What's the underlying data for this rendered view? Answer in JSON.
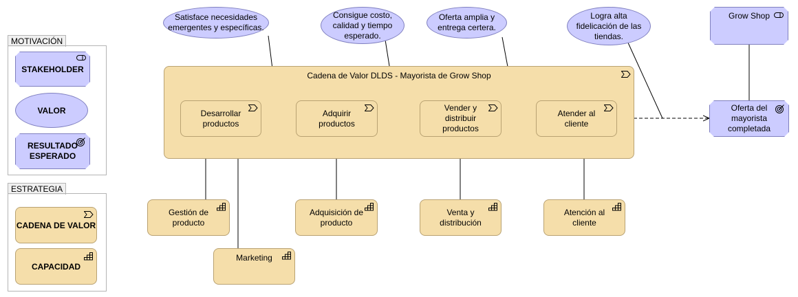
{
  "legend": {
    "motivation": {
      "title": "MOTIVACIÓN",
      "items": [
        "STAKEHOLDER",
        "VALOR",
        "RESULTADO\nESPERADO"
      ]
    },
    "strategy": {
      "title": "ESTRATEGIA",
      "items": [
        "CADENA DE VALOR",
        "CAPACIDAD"
      ]
    }
  },
  "diagram": {
    "value_chain_title": "Cadena de Valor DLDS - Mayorista de Grow Shop",
    "stages": [
      "Desarrollar\nproductos",
      "Adquirir\nproductos",
      "Vender y\ndistribuir\nproductos",
      "Atender al\ncliente"
    ],
    "values": [
      "Satisface necesidades\nemergentes y específicas.",
      "Consigue costo,\ncalidad y tiempo\nesperado.",
      "Oferta amplia y\nentrega certera.",
      "Logra alta\nfidelicación de las\ntiendas."
    ],
    "capabilities": [
      "Gestión de\nproducto",
      "Adquisición de\nproducto",
      "Venta y\ndistribución",
      "Atención al\ncliente",
      "Marketing"
    ],
    "stakeholder": "Grow Shop",
    "outcome": "Oferta del\nmayorista\ncompletada"
  },
  "colors": {
    "motivation_fill": "#ccccff",
    "strategy_fill": "#f5deaa",
    "line": "#000000"
  }
}
